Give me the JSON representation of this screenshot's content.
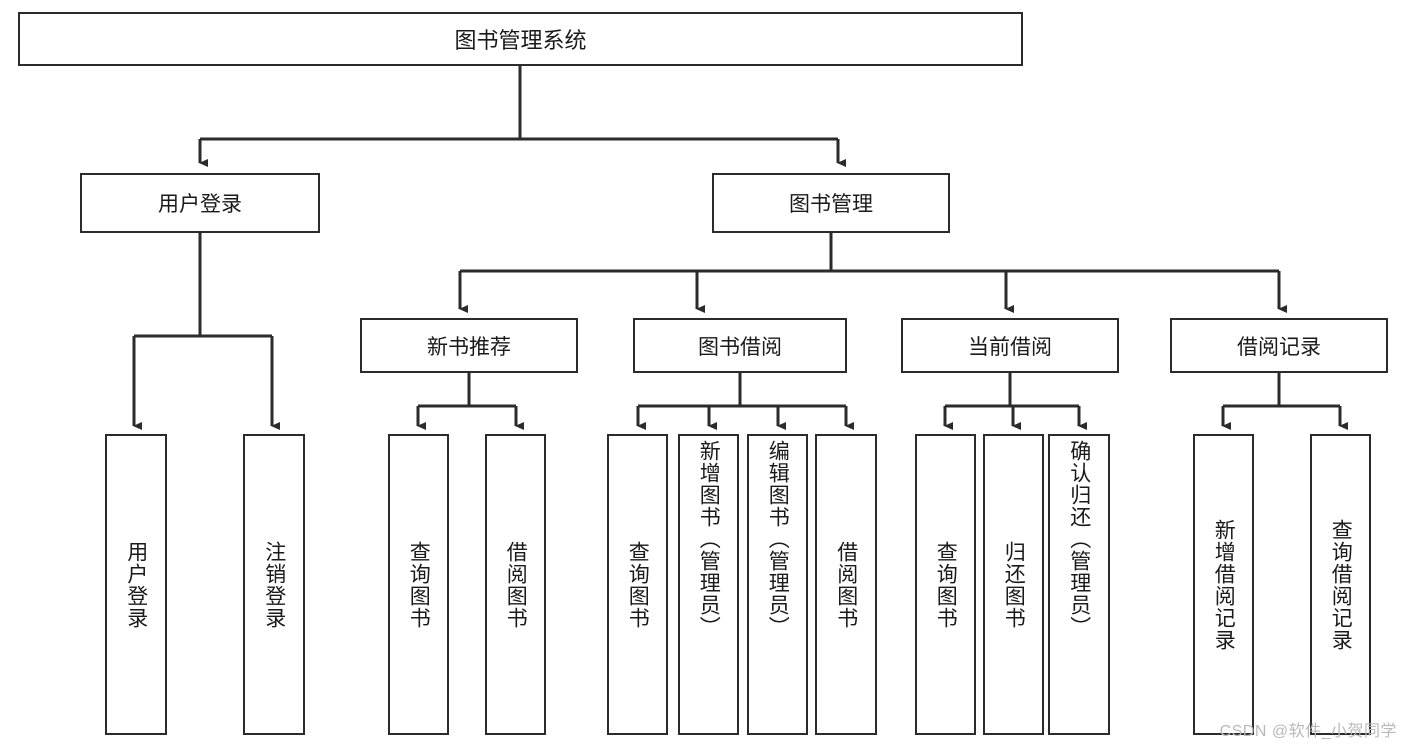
{
  "diagram": {
    "title": "图书管理系统",
    "type": "tree-hierarchy-diagram",
    "colors": {
      "box_border": "#2b2b2b",
      "box_fill": "#ffffff",
      "connector": "#2b2b2b",
      "text": "#1a1a1a",
      "watermark": "#b9b9b9"
    }
  },
  "root": {
    "label": "图书管理系统"
  },
  "level1": [
    {
      "label": "用户登录"
    },
    {
      "label": "图书管理"
    }
  ],
  "level2": [
    {
      "label": "新书推荐"
    },
    {
      "label": "图书借阅"
    },
    {
      "label": "当前借阅"
    },
    {
      "label": "借阅记录"
    }
  ],
  "leaves": {
    "user_login": [
      {
        "label": "用户登录"
      },
      {
        "label": "注销登录"
      }
    ],
    "new_book_recommend": [
      {
        "label": "查询图书"
      },
      {
        "label": "借阅图书"
      }
    ],
    "book_borrow": [
      {
        "label": "查询图书"
      },
      {
        "label": "新增图书（管理员）"
      },
      {
        "label": "编辑图书（管理员）"
      },
      {
        "label": "借阅图书"
      }
    ],
    "current_borrow": [
      {
        "label": "查询图书"
      },
      {
        "label": "归还图书"
      },
      {
        "label": "确认归还（管理员）"
      }
    ],
    "borrow_record": [
      {
        "label": "新增借阅记录"
      },
      {
        "label": "查询借阅记录"
      }
    ]
  },
  "watermark": {
    "text": "CSDN @软件_小贺同学"
  }
}
